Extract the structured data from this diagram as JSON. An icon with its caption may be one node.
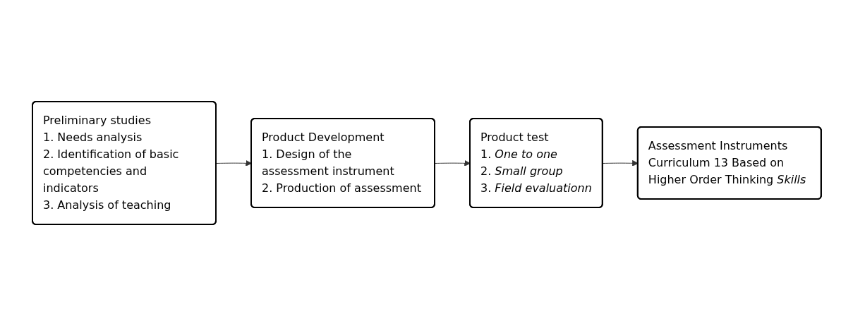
{
  "diagram": {
    "nodes": [
      {
        "text": [
          "Preliminary studies",
          "1. Needs analysis",
          "2. Identification of basic competencies and indicators",
          "3. Analysis of teaching"
        ]
      },
      {
        "text": [
          "Product Development",
          "1. Design of the assessment instrument",
          "2. Production of assessment"
        ]
      },
      {
        "text": [
          "Product test",
          "1. *One to one*",
          "2. *Small group*",
          "3. *Field evaluationn*"
        ]
      },
      {
        "text": [
          "Assessment Instruments",
          "Curriculum 13 Based on Higher Order Thinking *Skills*"
        ]
      }
    ],
    "edges": [
      {
        "from": 0,
        "to": 1,
        "arrow": "to"
      },
      {
        "from": 1,
        "to": 2,
        "arrow": "to"
      },
      {
        "from": 2,
        "to": 3,
        "arrow": "to"
      }
    ]
  }
}
